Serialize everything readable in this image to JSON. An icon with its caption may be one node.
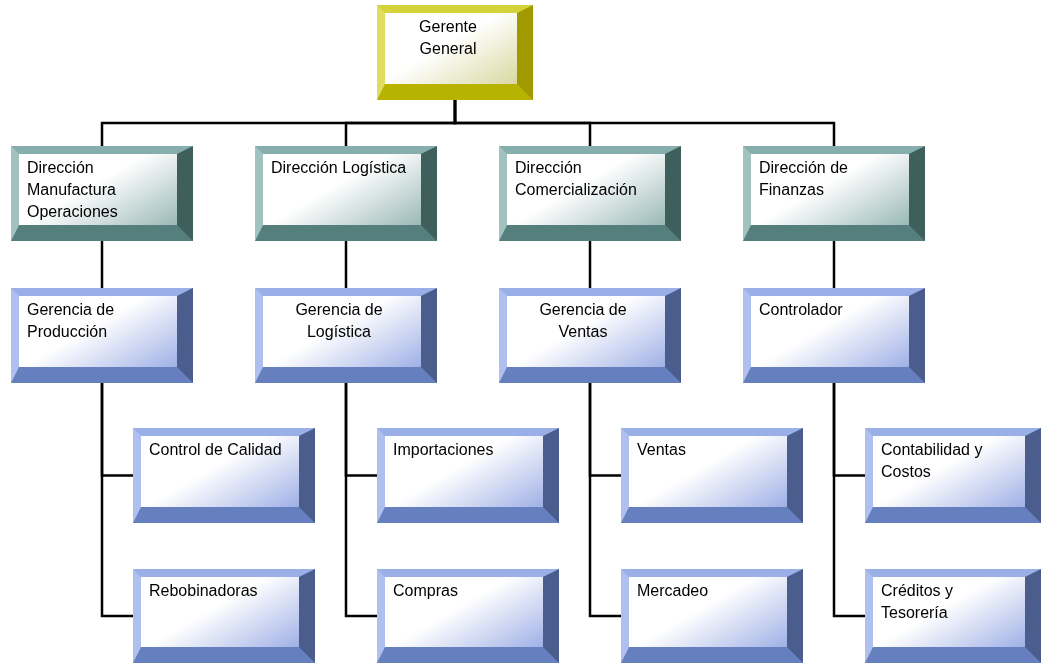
{
  "diagram": {
    "nodes": [
      {
        "text": [
          "Gerente General"
        ]
      },
      {
        "text": [
          "Dirección Manufactura Operaciones"
        ]
      },
      {
        "text": [
          "Dirección Logística"
        ]
      },
      {
        "text": [
          "Dirección Comercialización"
        ]
      },
      {
        "text": [
          "Dirección de Finanzas"
        ]
      },
      {
        "text": [
          "Gerencia de Producción"
        ]
      },
      {
        "text": [
          "Gerencia de Logística"
        ]
      },
      {
        "text": [
          "Gerencia de Ventas"
        ]
      },
      {
        "text": [
          "Controlador"
        ]
      },
      {
        "text": [
          "Control de Calidad"
        ]
      },
      {
        "text": [
          "Rebobinadoras"
        ]
      },
      {
        "text": [
          "Importaciones"
        ]
      },
      {
        "text": [
          "Compras"
        ]
      },
      {
        "text": [
          "Ventas"
        ]
      },
      {
        "text": [
          "Mercadeo"
        ]
      },
      {
        "text": [
          "Contabilidad y Costos"
        ]
      },
      {
        "text": [
          "Créditos y Tesorería"
        ]
      }
    ],
    "edges": [
      {
        "from": 0,
        "to": 1,
        "arrow": "none"
      },
      {
        "from": 0,
        "to": 2,
        "arrow": "none"
      },
      {
        "from": 0,
        "to": 3,
        "arrow": "none"
      },
      {
        "from": 0,
        "to": 4,
        "arrow": "none"
      },
      {
        "from": 1,
        "to": 5,
        "arrow": "none"
      },
      {
        "from": 2,
        "to": 6,
        "arrow": "none"
      },
      {
        "from": 3,
        "to": 7,
        "arrow": "none"
      },
      {
        "from": 4,
        "to": 8,
        "arrow": "none"
      },
      {
        "from": 5,
        "to": 9,
        "arrow": "none"
      },
      {
        "from": 5,
        "to": 10,
        "arrow": "none"
      },
      {
        "from": 6,
        "to": 11,
        "arrow": "none"
      },
      {
        "from": 6,
        "to": 12,
        "arrow": "none"
      },
      {
        "from": 7,
        "to": 13,
        "arrow": "none"
      },
      {
        "from": 7,
        "to": 14,
        "arrow": "none"
      },
      {
        "from": 8,
        "to": 15,
        "arrow": "none"
      },
      {
        "from": 8,
        "to": 16,
        "arrow": "none"
      }
    ]
  }
}
